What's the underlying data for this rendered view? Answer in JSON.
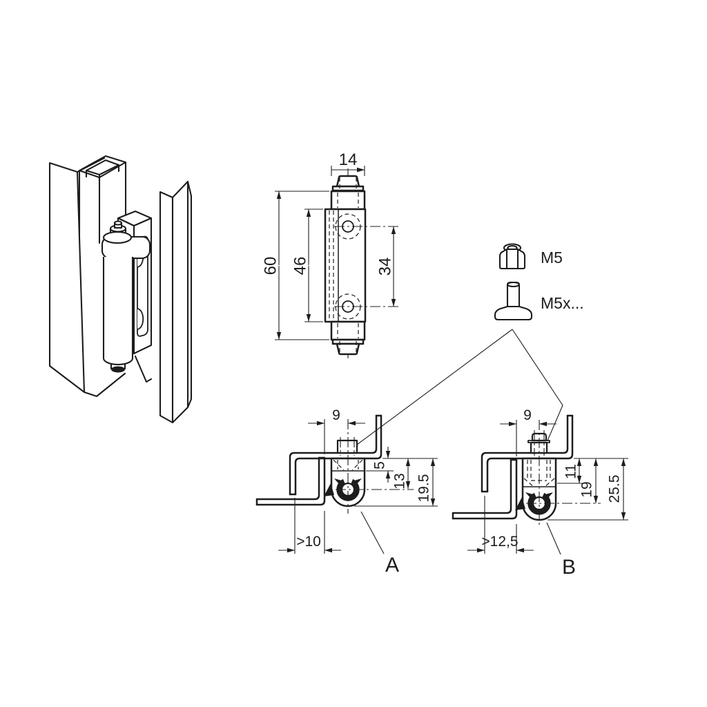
{
  "front_view": {
    "width": "14",
    "height_overall": "60",
    "height_leaf": "46",
    "hole_pitch": "34"
  },
  "hardware": {
    "nut": "M5",
    "rivet": "M5x..."
  },
  "view_a": {
    "pivot_offset": "9",
    "dim_5": "5",
    "dim_13": "13",
    "dim_19_5": "19.5",
    "min_gap": ">10",
    "label": "A"
  },
  "view_b": {
    "pivot_offset": "9",
    "dim_11": "11",
    "dim_19": "19",
    "dim_25_5": "25.5",
    "min_gap": ">12,5",
    "label": "B"
  },
  "colors": {
    "line": "#1d1d1d",
    "background": "#ffffff"
  }
}
